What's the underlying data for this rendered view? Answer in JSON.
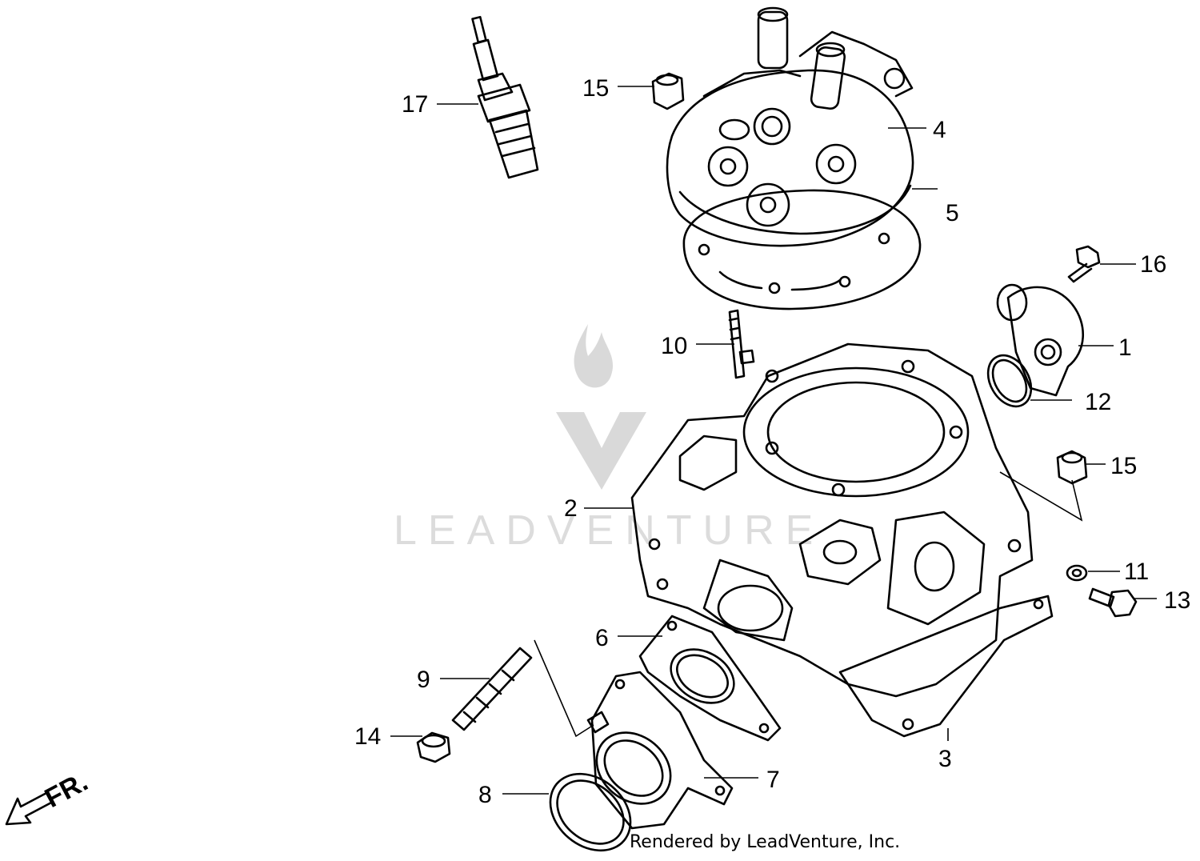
{
  "diagram": {
    "callouts": [
      {
        "id": "1",
        "label": "1"
      },
      {
        "id": "2",
        "label": "2"
      },
      {
        "id": "3",
        "label": "3"
      },
      {
        "id": "4",
        "label": "4"
      },
      {
        "id": "5",
        "label": "5"
      },
      {
        "id": "6",
        "label": "6"
      },
      {
        "id": "7",
        "label": "7"
      },
      {
        "id": "8",
        "label": "8"
      },
      {
        "id": "9",
        "label": "9"
      },
      {
        "id": "10",
        "label": "10"
      },
      {
        "id": "11",
        "label": "11"
      },
      {
        "id": "12",
        "label": "12"
      },
      {
        "id": "13",
        "label": "13"
      },
      {
        "id": "14",
        "label": "14"
      },
      {
        "id": "15a",
        "label": "15"
      },
      {
        "id": "15b",
        "label": "15"
      },
      {
        "id": "16",
        "label": "16"
      },
      {
        "id": "17",
        "label": "17"
      }
    ],
    "front_indicator": "FR.",
    "watermark": "LEADVENTURE",
    "footer": "Rendered by LeadVenture, Inc.",
    "line_color": "#000000",
    "background_color": "#ffffff"
  }
}
